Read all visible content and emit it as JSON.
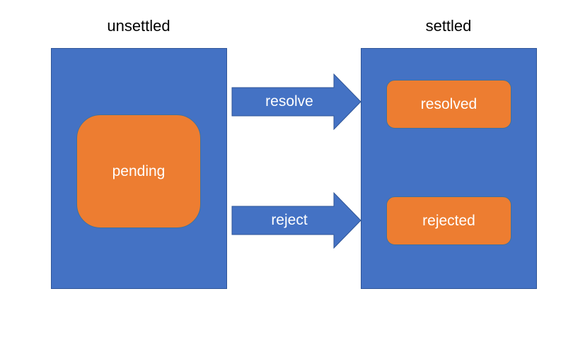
{
  "headings": {
    "left": "unsettled",
    "right": "settled"
  },
  "states": {
    "pending": "pending",
    "resolved": "resolved",
    "rejected": "rejected"
  },
  "transitions": {
    "resolve": "resolve",
    "reject": "reject"
  },
  "colors": {
    "panel": "#4472c4",
    "state": "#ed7d31",
    "arrow": "#4472c4",
    "text_on_shape": "#ffffff"
  }
}
